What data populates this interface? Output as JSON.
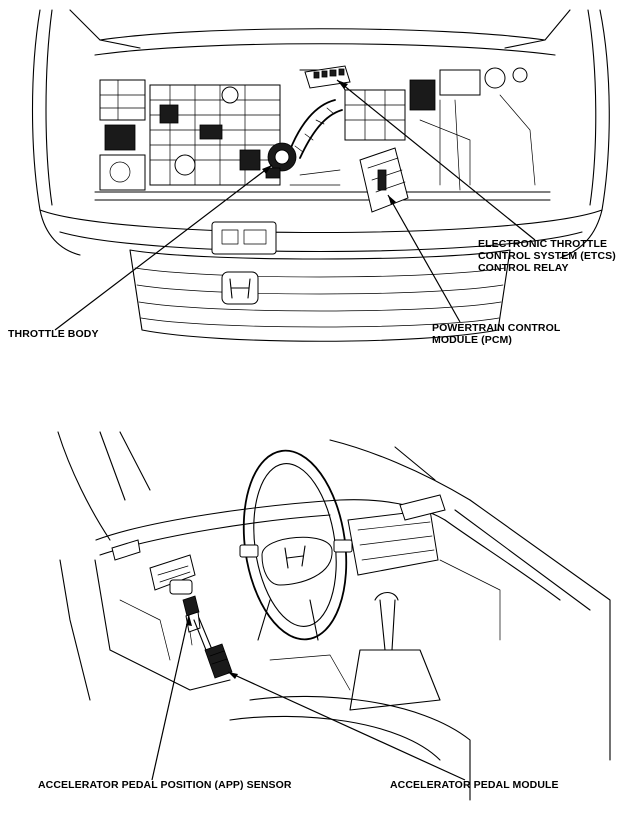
{
  "labels": {
    "etcs_relay": [
      "ELECTRONIC THROTTLE",
      "CONTROL SYSTEM (ETCS)",
      "CONTROL RELAY"
    ],
    "throttle_body": [
      "THROTTLE BODY"
    ],
    "pcm": [
      "POWERTRAIN CONTROL",
      "MODULE (PCM)"
    ],
    "app_sensor": [
      "ACCELERATOR PEDAL POSITION (APP) SENSOR"
    ],
    "pedal_module": [
      "ACCELERATOR PEDAL MODULE"
    ]
  }
}
